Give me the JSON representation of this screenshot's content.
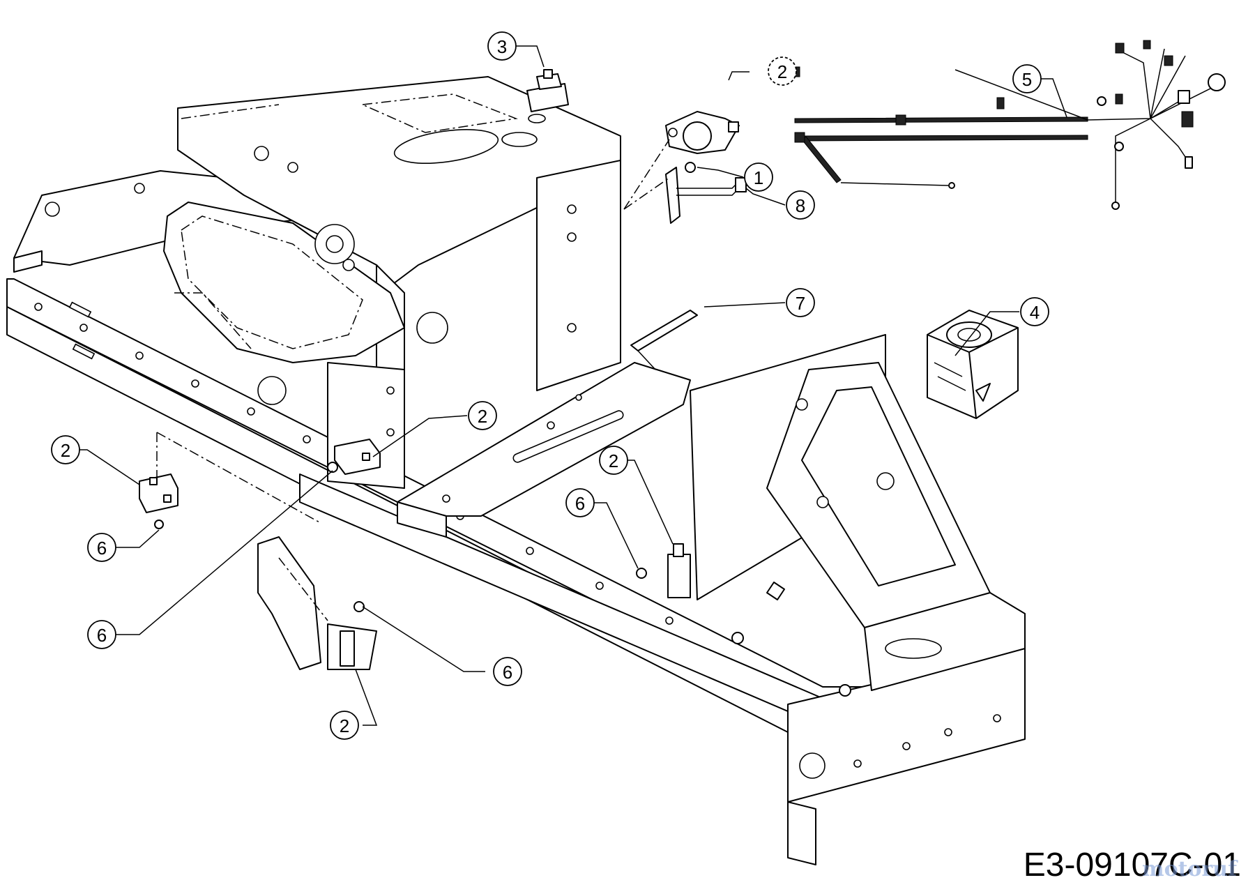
{
  "drawing_code": "E3-09107C-01",
  "watermark": "motoruf",
  "callouts": [
    {
      "id": "c1",
      "label": "1"
    },
    {
      "id": "c2a",
      "label": "2"
    },
    {
      "id": "c2b",
      "label": "2"
    },
    {
      "id": "c2c",
      "label": "2"
    },
    {
      "id": "c2d",
      "label": "2"
    },
    {
      "id": "c2e",
      "label": "2"
    },
    {
      "id": "c3",
      "label": "3"
    },
    {
      "id": "c4",
      "label": "4"
    },
    {
      "id": "c5",
      "label": "5"
    },
    {
      "id": "c6a",
      "label": "6"
    },
    {
      "id": "c6b",
      "label": "6"
    },
    {
      "id": "c6c",
      "label": "6"
    },
    {
      "id": "c6d",
      "label": "6"
    },
    {
      "id": "c7",
      "label": "7"
    },
    {
      "id": "c8",
      "label": "8"
    }
  ]
}
